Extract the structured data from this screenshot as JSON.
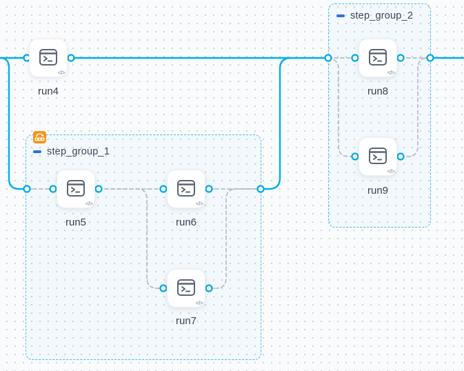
{
  "canvas": {
    "name": "workflow-editor-canvas"
  },
  "colors": {
    "edge_solid": "#00b1e6",
    "edge_dashed": "#b5bbc6",
    "group_border": "#3cc0e8",
    "port_ring": "#00abe2",
    "collapse_minus_blue": "#2e6fe0",
    "group_badge_orange": "#f7941e",
    "node_icon_gray": "#5a6372",
    "label_text": "#3b4354"
  },
  "icons": {
    "code_badge": "</>"
  },
  "groups": [
    {
      "id": "step_group_1",
      "label": "step_group_1"
    },
    {
      "id": "step_group_2",
      "label": "step_group_2"
    }
  ],
  "nodes": [
    {
      "id": "run4",
      "label": "run4"
    },
    {
      "id": "run5",
      "label": "run5"
    },
    {
      "id": "run6",
      "label": "run6"
    },
    {
      "id": "run7",
      "label": "run7"
    },
    {
      "id": "run8",
      "label": "run8"
    },
    {
      "id": "run9",
      "label": "run9"
    }
  ]
}
